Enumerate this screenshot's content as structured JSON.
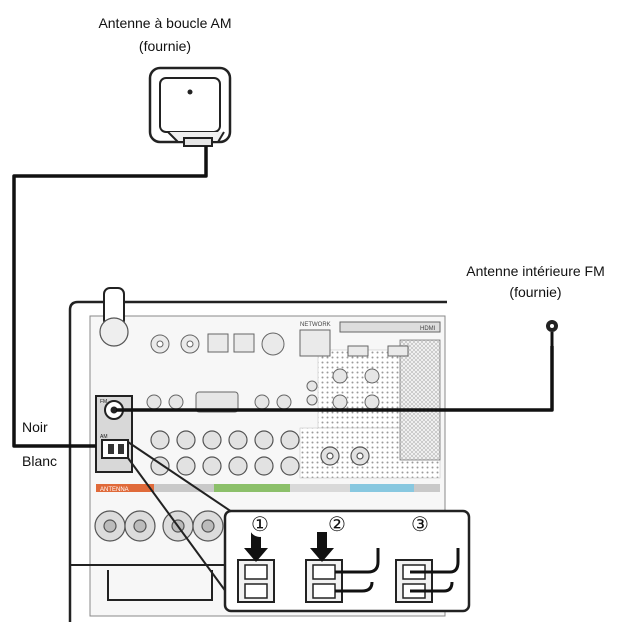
{
  "labels": {
    "am_antenna_line1": "Antenne à boucle AM",
    "am_antenna_line2": "(fournie)",
    "fm_antenna_line1": "Antenne intérieure FM",
    "fm_antenna_line2": "(fournie)",
    "wire_black": "Noir",
    "wire_white": "Blanc"
  },
  "steps": [
    "①",
    "②",
    "③"
  ],
  "panel_text": {
    "antenna_section": "ANTENNA",
    "fm_jack": "FM",
    "am_terminal": "AM",
    "network": "NETWORK",
    "hdmi": "HDMI"
  }
}
